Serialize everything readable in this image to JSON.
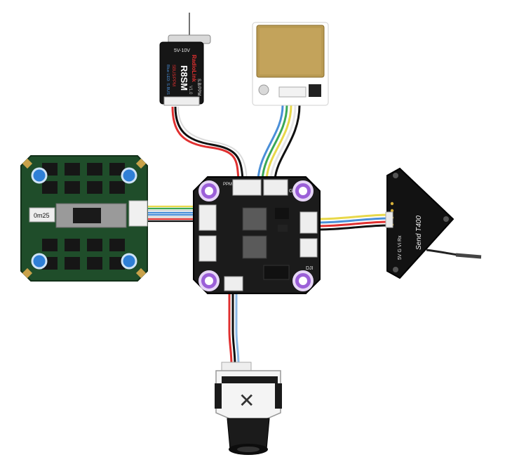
{
  "receiver": {
    "brand": "RadioLink",
    "model": "R8SM",
    "spec_line": "SBUS/PPM",
    "io_label": "S.B/PPM",
    "led_label": "Blue LED: S.BUS",
    "version": "V1.0",
    "top_badge": "5V-10V"
  },
  "esc": {
    "shunt_label": "0m25"
  },
  "flight_controller": {
    "gps_pad_label": "GPS",
    "dji_pad_label": "DJI",
    "ppm_pad_label": "PPM"
  },
  "vtx": {
    "brand_line": "Send T400",
    "pin_labels": "5V  G  Vi  Rx"
  },
  "camera": {
    "logo_glyph": "✕"
  },
  "colors": {
    "wire_red": "#e03030",
    "wire_black": "#111111",
    "wire_white": "#f2f2f2",
    "wire_yellow": "#e8d84a",
    "wire_green": "#3aa857",
    "wire_blue": "#4a8fd8",
    "board_black": "#1b1b1b",
    "esc_green": "#1f4d2a",
    "mount_purple": "#9b5fd8",
    "mount_blue": "#2f7fd6"
  }
}
